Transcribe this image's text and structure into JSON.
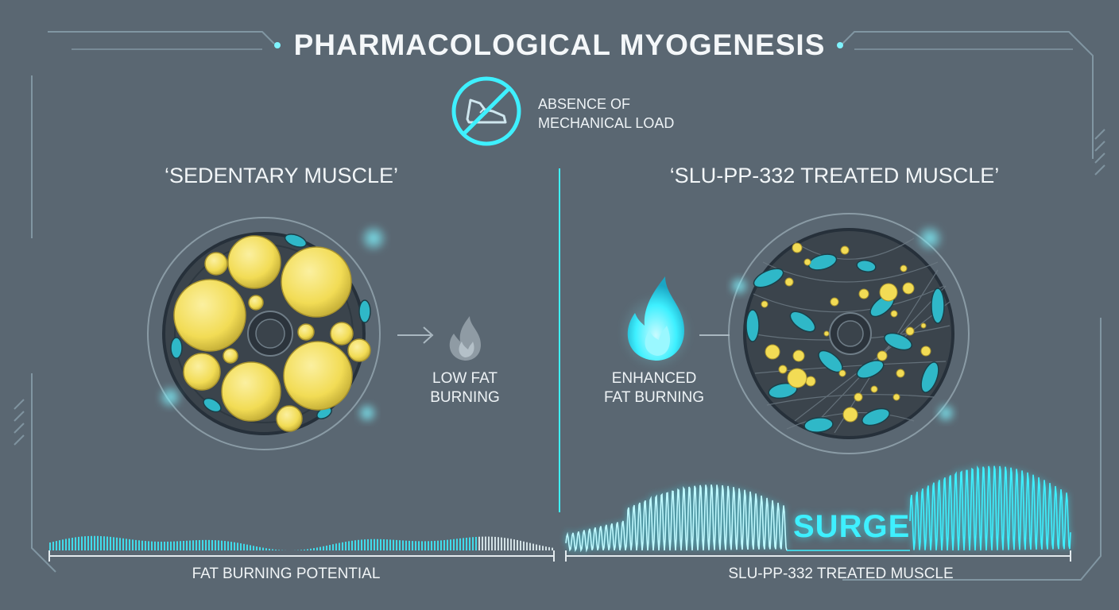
{
  "title": "PHARMACOLOGICAL MYOGENESIS",
  "no_load": {
    "line1": "ABSENCE OF",
    "line2": "MECHANICAL LOAD",
    "icon": "no-shoe-icon"
  },
  "left_panel": {
    "title": "‘SEDENTARY MUSCLE’",
    "burn_line1": "LOW FAT",
    "burn_line2": "BURNING",
    "icon": "small-flame-icon"
  },
  "right_panel": {
    "title": "‘SLU-PP-332 TREATED MUSCLE’",
    "burn_line1": "ENHANCED",
    "burn_line2": "FAT BURNING",
    "icon": "large-flame-icon"
  },
  "waveform": {
    "surge_label": "SURGE",
    "left_axis_label": "FAT BURNING POTENTIAL",
    "right_axis_label": "SLU-PP-332 TREATED MUSCLE"
  },
  "colors": {
    "background": "#5a6772",
    "accent": "#3ef0ff",
    "fat": "#f2dc55",
    "mitochondria": "#2fb8c8",
    "line": "#cfd8de"
  }
}
